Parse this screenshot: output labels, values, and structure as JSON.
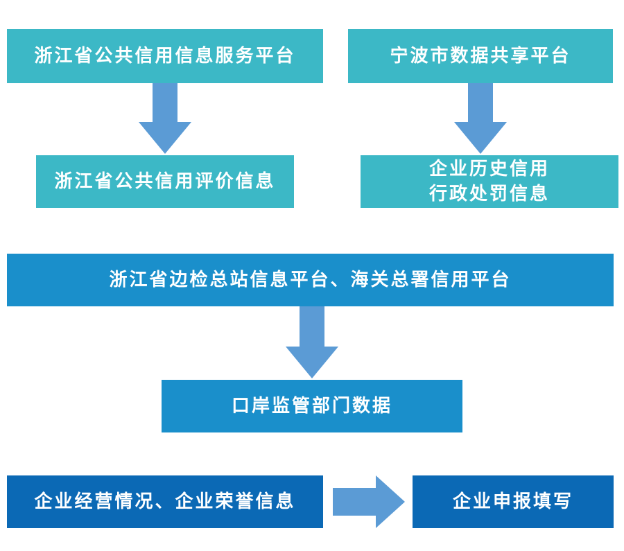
{
  "colors": {
    "teal": "#3cb8c6",
    "blue": "#1a8fcb",
    "navy": "#0b69b5",
    "arrow": "#5b9bd5"
  },
  "boxes": {
    "zj_public_credit_platform": "浙江省公共信用信息服务平台",
    "ningbo_data_platform": "宁波市数据共享平台",
    "zj_credit_evaluation": "浙江省公共信用评价信息",
    "history_penalty_line1": "企业历史信用",
    "history_penalty_line2": "行政处罚信息",
    "border_customs_platform": "浙江省边检总站信息平台、海关总署信用平台",
    "port_supervision_data": "口岸监管部门数据",
    "business_honor_info": "企业经营情况、企业荣誉信息",
    "enterprise_report": "企业申报填写"
  }
}
